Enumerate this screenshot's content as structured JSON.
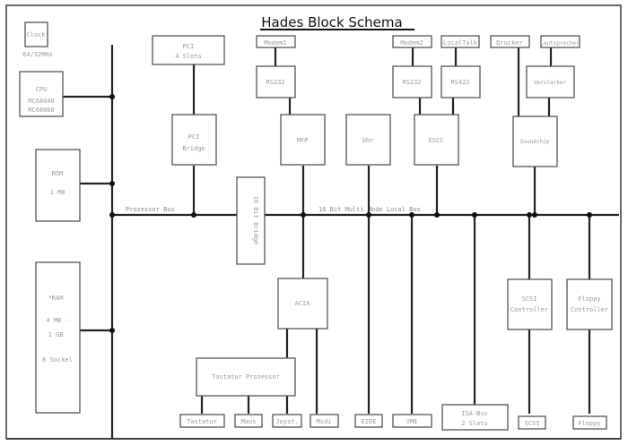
{
  "title": "Hades Block Schema",
  "buses": {
    "processor_bus": "Prozessor Bus",
    "local_bus": "16 Bit Multi Mode Local Bus"
  },
  "blocks": {
    "clock": {
      "label": [
        "Clock"
      ],
      "note": "64/32MHz"
    },
    "cpu": {
      "label": [
        "CPU",
        "MC68040",
        "MC68060"
      ]
    },
    "rom": {
      "label": [
        "ROM",
        "1 MB"
      ]
    },
    "ram": {
      "label": [
        "*RAM",
        "4 MB -",
        "1 GB",
        "8 Sockel"
      ]
    },
    "pci_slots": {
      "label": [
        "PCI",
        "4 Slots"
      ]
    },
    "pci_bridge": {
      "label": [
        "PCI",
        "Bridge"
      ]
    },
    "bit16_bridge": {
      "label": [
        "16 Bit Bridge"
      ]
    },
    "modem1": {
      "label": [
        "Modem1"
      ]
    },
    "rs232_a": {
      "label": [
        "RS232"
      ]
    },
    "mfp": {
      "label": [
        "MFP"
      ]
    },
    "uhr": {
      "label": [
        "Uhr"
      ]
    },
    "modem2": {
      "label": [
        "Modem2"
      ]
    },
    "localtalk": {
      "label": [
        "LocalTalk"
      ]
    },
    "rs232_b": {
      "label": [
        "RS232"
      ]
    },
    "rs422": {
      "label": [
        "RS422"
      ]
    },
    "escc": {
      "label": [
        "ESCC"
      ]
    },
    "drucker": {
      "label": [
        "Drucker"
      ]
    },
    "lautsprecher": {
      "label": [
        "Lautsprecher"
      ]
    },
    "verstaerker": {
      "label": [
        "Verstärker"
      ]
    },
    "soundchip": {
      "label": [
        "Soundchip"
      ]
    },
    "acia": {
      "label": [
        "ACIA"
      ]
    },
    "tastatur_prozessor": {
      "label": [
        "Tastatur Prozessor"
      ]
    },
    "tastatur": {
      "label": [
        "Tastatur"
      ]
    },
    "maus": {
      "label": [
        "Maus"
      ]
    },
    "joyst": {
      "label": [
        "Joyst."
      ]
    },
    "midi": {
      "label": [
        "Midi"
      ]
    },
    "eide": {
      "label": [
        "EIDE"
      ]
    },
    "vme": {
      "label": [
        "VME"
      ]
    },
    "isa_bus": {
      "label": [
        "ISA-Bus",
        "2 Slots"
      ]
    },
    "scsi_controller": {
      "label": [
        "SCSI",
        "Controller"
      ]
    },
    "scsi": {
      "label": [
        "SCSI"
      ]
    },
    "floppy_controller": {
      "label": [
        "Floppy",
        "Controller"
      ]
    },
    "floppy": {
      "label": [
        "Floppy"
      ]
    }
  }
}
